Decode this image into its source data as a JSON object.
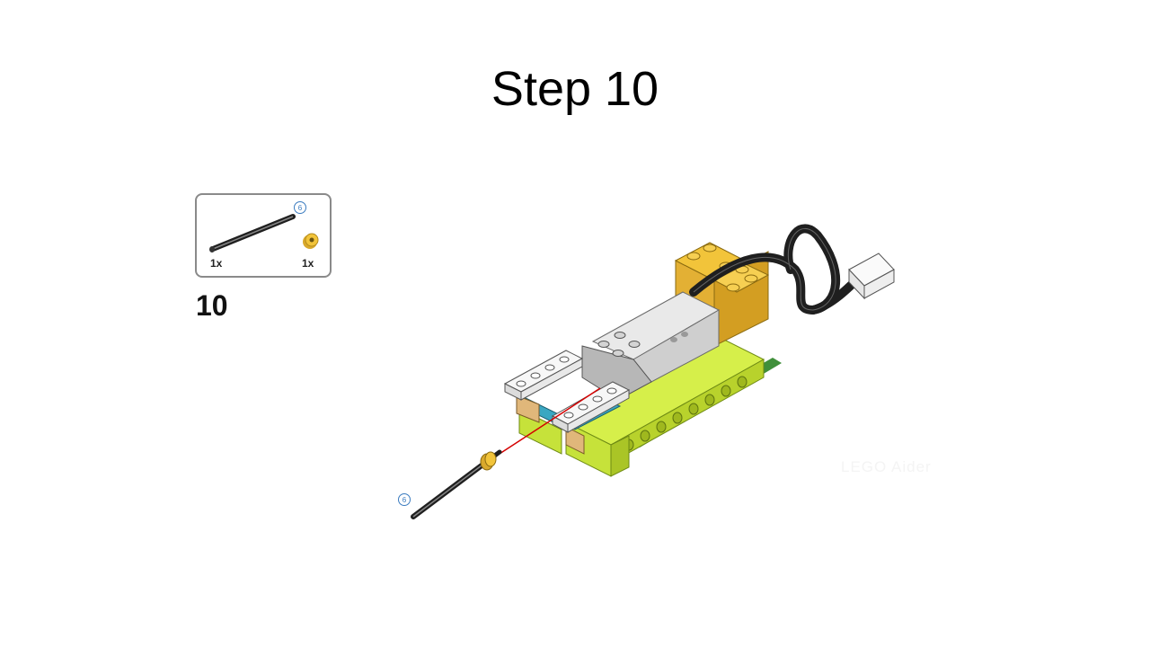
{
  "slide": {
    "title": "Step 10",
    "step_number": "10",
    "parts_list": {
      "items": [
        {
          "name": "axle",
          "quantity": "1x",
          "length_label": "6"
        },
        {
          "name": "bush",
          "quantity": "1x"
        }
      ]
    },
    "callout_length_label": "6",
    "watermark": "LEGO Aider"
  },
  "colors": {
    "lime": "#c6e23a",
    "dark_green": "#3f8f3a",
    "yellow": "#f2c43a",
    "azure": "#3aa7c2",
    "tan": "#e0b77a",
    "light_gray": "#e4e4e4",
    "white": "#f7f7f7",
    "black": "#1f1f1f",
    "red_guide": "#d40000"
  }
}
